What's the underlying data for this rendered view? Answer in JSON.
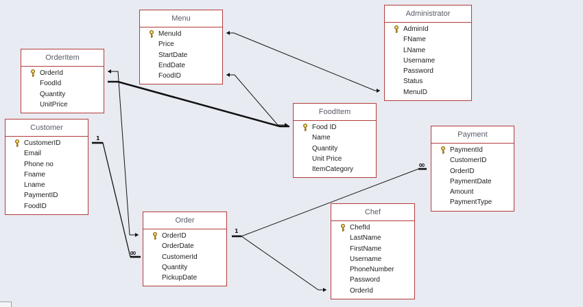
{
  "diagram": {
    "colors": {
      "table_border": "#b23a3a",
      "line": "#111111",
      "background": "#e8ebf1",
      "title_text": "#555a66"
    },
    "tables": [
      {
        "id": "menu",
        "title": "Menu",
        "fields": [
          {
            "name": "MenuId",
            "key": true
          },
          {
            "name": "Price"
          },
          {
            "name": "StartDate"
          },
          {
            "name": "EndDate"
          },
          {
            "name": "FoodID"
          }
        ]
      },
      {
        "id": "administrator",
        "title": "Administrator",
        "fields": [
          {
            "name": "AdminId",
            "key": true
          },
          {
            "name": "FName"
          },
          {
            "name": "LName"
          },
          {
            "name": "Username"
          },
          {
            "name": "Password"
          },
          {
            "name": "Status"
          },
          {
            "name": "MenuID"
          }
        ]
      },
      {
        "id": "orderitem",
        "title": "OrderItem",
        "fields": [
          {
            "name": "OrderId",
            "key": true
          },
          {
            "name": "FoodId"
          },
          {
            "name": "Quantity"
          },
          {
            "name": "UnitPrice"
          }
        ]
      },
      {
        "id": "fooditem",
        "title": "FoodItem",
        "fields": [
          {
            "name": "Food ID",
            "key": true
          },
          {
            "name": "Name"
          },
          {
            "name": "Quantity"
          },
          {
            "name": "Unit Price"
          },
          {
            "name": "ItemCategory"
          }
        ]
      },
      {
        "id": "customer",
        "title": "Customer",
        "fields": [
          {
            "name": "CustomerID",
            "key": true
          },
          {
            "name": "Email"
          },
          {
            "name": "Phone no"
          },
          {
            "name": "Fname"
          },
          {
            "name": "Lname"
          },
          {
            "name": "PaymentID"
          },
          {
            "name": "FoodID"
          }
        ]
      },
      {
        "id": "payment",
        "title": "Payment",
        "fields": [
          {
            "name": "PaymentId",
            "key": true
          },
          {
            "name": "CustomerID"
          },
          {
            "name": "OrderID"
          },
          {
            "name": "PaymentDate"
          },
          {
            "name": "Amount"
          },
          {
            "name": "PaymentType"
          }
        ]
      },
      {
        "id": "order",
        "title": "Order",
        "fields": [
          {
            "name": "OrderID",
            "key": true
          },
          {
            "name": "OrderDate"
          },
          {
            "name": "CustomerId"
          },
          {
            "name": "Quantity"
          },
          {
            "name": "PickupDate"
          }
        ]
      },
      {
        "id": "chef",
        "title": "Chef",
        "fields": [
          {
            "name": "ChefId",
            "key": true
          },
          {
            "name": "LastName"
          },
          {
            "name": "FirstName"
          },
          {
            "name": "Username"
          },
          {
            "name": "PhoneNumber"
          },
          {
            "name": "Password"
          },
          {
            "name": "OrderId"
          }
        ]
      }
    ],
    "relationship_labels": {
      "one": "1",
      "many": "∞"
    }
  }
}
